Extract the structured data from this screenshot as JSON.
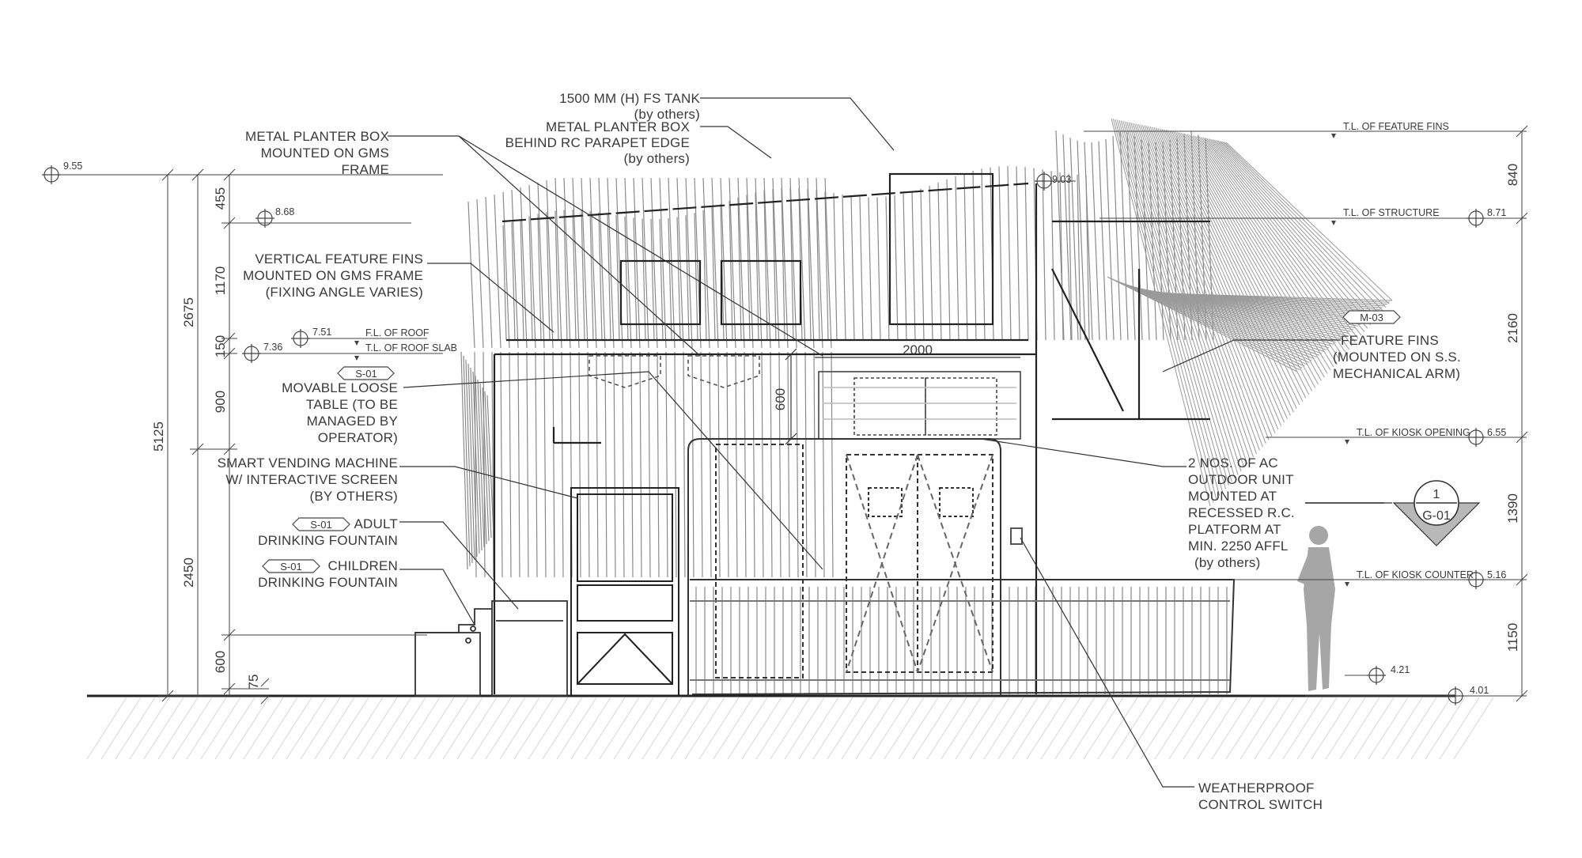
{
  "labels": {
    "fs_tank": "1500 MM (H) FS TANK",
    "fs_tank_by_others": "(by others)",
    "planter_rc_1": "METAL PLANTER BOX",
    "planter_rc_2": "BEHIND RC PARAPET EDGE",
    "planter_rc_3": "(by others)",
    "planter_gms_1": "METAL PLANTER BOX",
    "planter_gms_2": "MOUNTED ON GMS",
    "planter_gms_3": "FRAME",
    "vfins_1": "VERTICAL FEATURE FINS",
    "vfins_2": "MOUNTED ON GMS FRAME",
    "vfins_3": "(FIXING ANGLE VARIES)",
    "table_1": "MOVABLE LOOSE",
    "table_2": "TABLE (TO BE",
    "table_3": "MANAGED BY",
    "table_4": "OPERATOR)",
    "vending_1": "SMART VENDING MACHINE",
    "vending_2": "W/ INTERACTIVE SCREEN",
    "vending_3": "(BY OTHERS)",
    "adult_1": "ADULT",
    "adult_2": "DRINKING FOUNTAIN",
    "child_1": "CHILDREN",
    "child_2": "DRINKING FOUNTAIN",
    "ffins_1": "FEATURE FINS",
    "ffins_2": "(MOUNTED ON S.S.",
    "ffins_3": "MECHANICAL ARM)",
    "ac_1": "2 NOS. OF AC",
    "ac_2": "OUTDOOR UNIT",
    "ac_3": "MOUNTED AT",
    "ac_4": "RECESSED R.C.",
    "ac_5": "PLATFORM AT",
    "ac_6": "MIN. 2250 AFFL",
    "ac_7": "(by others)",
    "switch_1": "WEATHERPROOF",
    "switch_2": "CONTROL SWITCH"
  },
  "tags": {
    "s01_table": "S-01",
    "s01_adult": "S-01",
    "s01_child": "S-01",
    "m03": "M-03"
  },
  "section_marker": {
    "number": "1",
    "sheet": "G-01"
  },
  "levels": {
    "l955": "9.55",
    "l903": "9.03",
    "l868": "8.68",
    "l751": "7.51",
    "l736": "7.36",
    "fl_roof": "F.L. OF ROOF",
    "tl_roof_slab": "T.L. OF ROOF SLAB",
    "tl_feature_fins": "T.L. OF FEATURE FINS",
    "tl_structure": "T.L. OF STRUCTURE",
    "l871": "8.71",
    "tl_kiosk_opening": "T.L. OF KIOSK OPENING",
    "l655": "6.55",
    "tl_kiosk_counter": "T.L. OF KIOSK COUNTER",
    "l516": "5.16",
    "l421": "4.21",
    "l401": "4.01"
  },
  "dims_left": {
    "d5125": "5125",
    "d2675": "2675",
    "d2450": "2450",
    "d455": "455",
    "d1170": "1170",
    "d150": "150",
    "d900": "900",
    "d600": "600",
    "d75": "75"
  },
  "dims_right": {
    "d840": "840",
    "d2160": "2160",
    "d1390": "1390",
    "d1150": "1150"
  },
  "dims_inner": {
    "d2000": "2000",
    "d600v": "600"
  },
  "colors": {
    "line": "#2b2b2b",
    "fin": "#8a8a8a",
    "hatch": "#d4d4d4",
    "figure": "#a6a6a6"
  }
}
